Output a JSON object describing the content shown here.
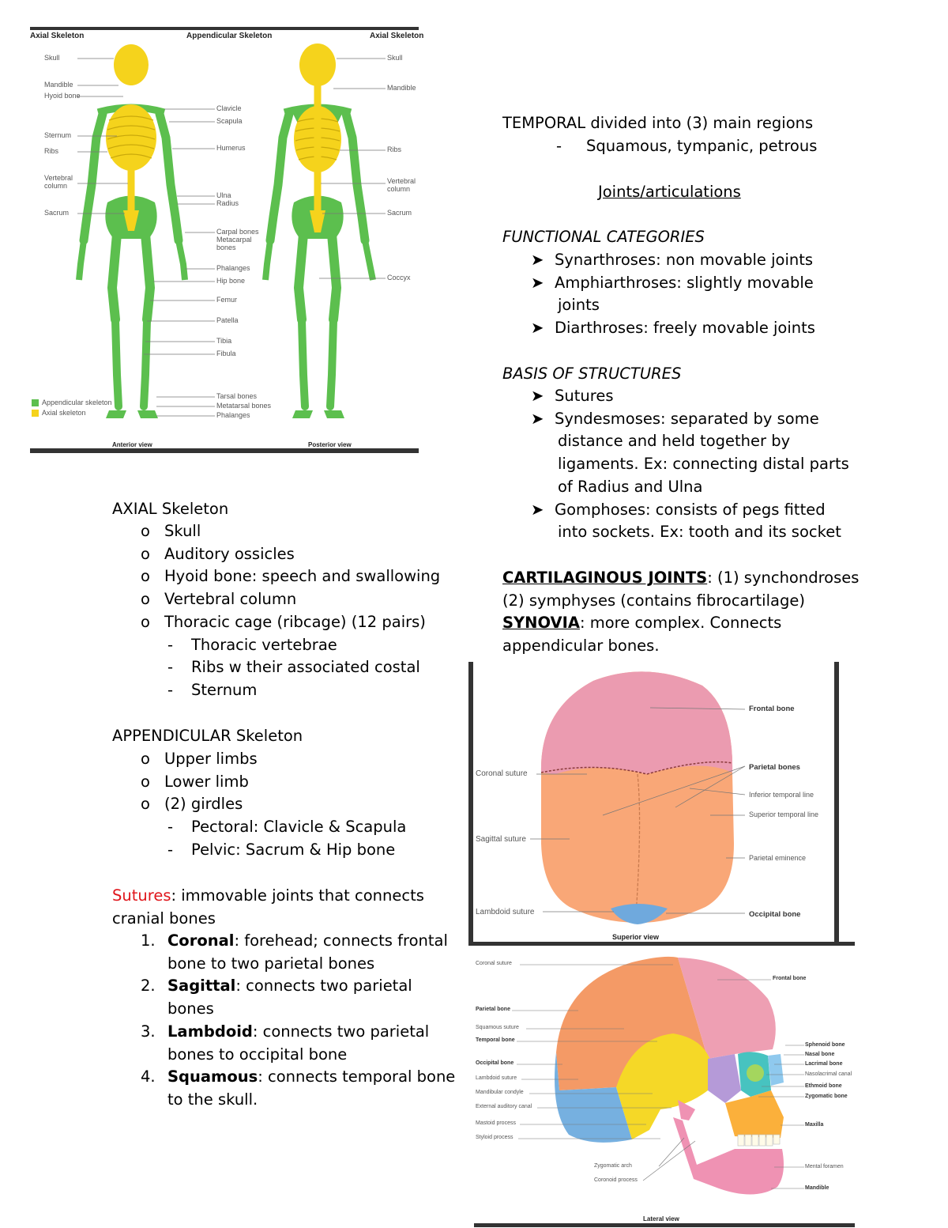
{
  "fig1": {
    "header_left": "Axial Skeleton",
    "header_center": "Appendicular Skeleton",
    "header_right": "Axial Skeleton",
    "left_labels": [
      "Skull",
      "Mandible",
      "Hyoid bone",
      "Sternum",
      "Ribs",
      "Vertebral column",
      "Sacrum"
    ],
    "center_labels": [
      "Clavicle",
      "Scapula",
      "Humerus",
      "Ulna",
      "Radius",
      "Carpal bones",
      "Metacarpal bones",
      "Phalanges",
      "Hip bone",
      "Femur",
      "Patella",
      "Tibia",
      "Fibula",
      "Tarsal bones",
      "Metatarsal bones",
      "Phalanges"
    ],
    "right_labels": [
      "Skull",
      "Mandible",
      "Ribs",
      "Vertebral column",
      "Sacrum",
      "Coccyx"
    ],
    "legend": [
      "Appendicular skeleton",
      "Axial skeleton"
    ],
    "footer_left": "Anterior view",
    "footer_right": "Posterior view",
    "colors": {
      "axial": "#f5d31c",
      "appendicular": "#5cbf4e"
    }
  },
  "axial": {
    "heading": "AXIAL Skeleton",
    "items": [
      "Skull",
      "Auditory ossicles",
      "Hyoid bone: speech and swallowing",
      "Vertebral column",
      "Thoracic cage (ribcage) (12 pairs)"
    ],
    "subitems": [
      "Thoracic vertebrae",
      "Ribs w their associated costal",
      "Sternum"
    ]
  },
  "appendicular": {
    "heading": "APPENDICULAR Skeleton",
    "items": [
      "Upper limbs",
      "Lower limb",
      "(2) girdles"
    ],
    "subitems": [
      "Pectoral: Clavicle & Scapula",
      "Pelvic: Sacrum & Hip bone"
    ]
  },
  "sutures": {
    "term": "Sutures",
    "definition_1": ": immovable joints that connects",
    "definition_2": "cranial bones",
    "list": [
      {
        "num": "1.",
        "name": "Coronal",
        "line1": ": forehead; connects frontal",
        "line2": "bone to two parietal bones"
      },
      {
        "num": "2.",
        "name": "Sagittal",
        "line1": ": connects two parietal",
        "line2": "bones"
      },
      {
        "num": "3.",
        "name": "Lambdoid",
        "line1": ": connects two parietal",
        "line2": "bones to occipital bone"
      },
      {
        "num": "4.",
        "name": "Squamous",
        "line1": ": connects temporal bone",
        "line2": "to the skull."
      }
    ]
  },
  "temporal": {
    "line": "TEMPORAL divided into (3) main regions",
    "sub": "Squamous, tympanic, petrous"
  },
  "joints": {
    "heading": "Joints/articulations",
    "functional_heading": "FUNCTIONAL CATEGORIES",
    "functional": [
      "Synarthroses: non movable joints",
      "Amphiarthroses: slightly movable",
      "joints",
      "Diarthroses: freely movable joints"
    ],
    "structural_heading": "BASIS OF STRUCTURES",
    "structural": [
      "Sutures",
      "Syndesmoses: separated by some",
      "distance and held together by",
      "ligaments. Ex: connecting distal parts",
      "of Radius and Ulna",
      "Gomphoses: consists of pegs fitted",
      "into sockets. Ex: tooth and its socket"
    ],
    "cartilaginous_term": "CARTILAGINOUS JOINTS",
    "cartilaginous_1": ": (1) synchondroses",
    "cartilaginous_2": "(2) symphyses (contains fibrocartilage)",
    "synovia_term": "SYNOVIA",
    "synovia_1": ": more complex. Connects",
    "synovia_2": "appendicular bones."
  },
  "fig2": {
    "labels_left": [
      "Coronal suture",
      "Sagittal suture",
      "Lambdoid suture"
    ],
    "labels_right": [
      "Frontal bone",
      "Parietal bones",
      "Inferior temporal line",
      "Superior temporal line",
      "Parietal eminence",
      "Occipital bone"
    ],
    "caption": "Superior view",
    "colors": {
      "frontal": "#eb9bb0",
      "parietal": "#f9a777",
      "occipital": "#6fa9dd"
    }
  },
  "fig3": {
    "labels_left": [
      "Coronal suture",
      "Parietal bone",
      "Squamous suture",
      "Temporal bone",
      "Occipital bone",
      "Lambdoid suture",
      "Mandibular condyle",
      "External auditory canal",
      "Mastoid process",
      "Styloid process",
      "Zygomatic arch",
      "Coronoid process"
    ],
    "labels_right": [
      "Frontal bone",
      "Sphenoid bone",
      "Nasal bone",
      "Lacrimal bone",
      "Nasolacrimal canal",
      "Ethmoid bone",
      "Zygomatic bone",
      "Maxilla",
      "Mental foramen",
      "Mandible"
    ],
    "caption": "Lateral view",
    "colors": {
      "parietal": "#f49a66",
      "frontal": "#ee9fb3",
      "temporal": "#f5d827",
      "occipital": "#76b0e0",
      "sphenoid": "#b59ad8",
      "zygomatic": "#47c3c0",
      "maxilla": "#fbb03b",
      "mandible": "#ef92b3"
    }
  }
}
